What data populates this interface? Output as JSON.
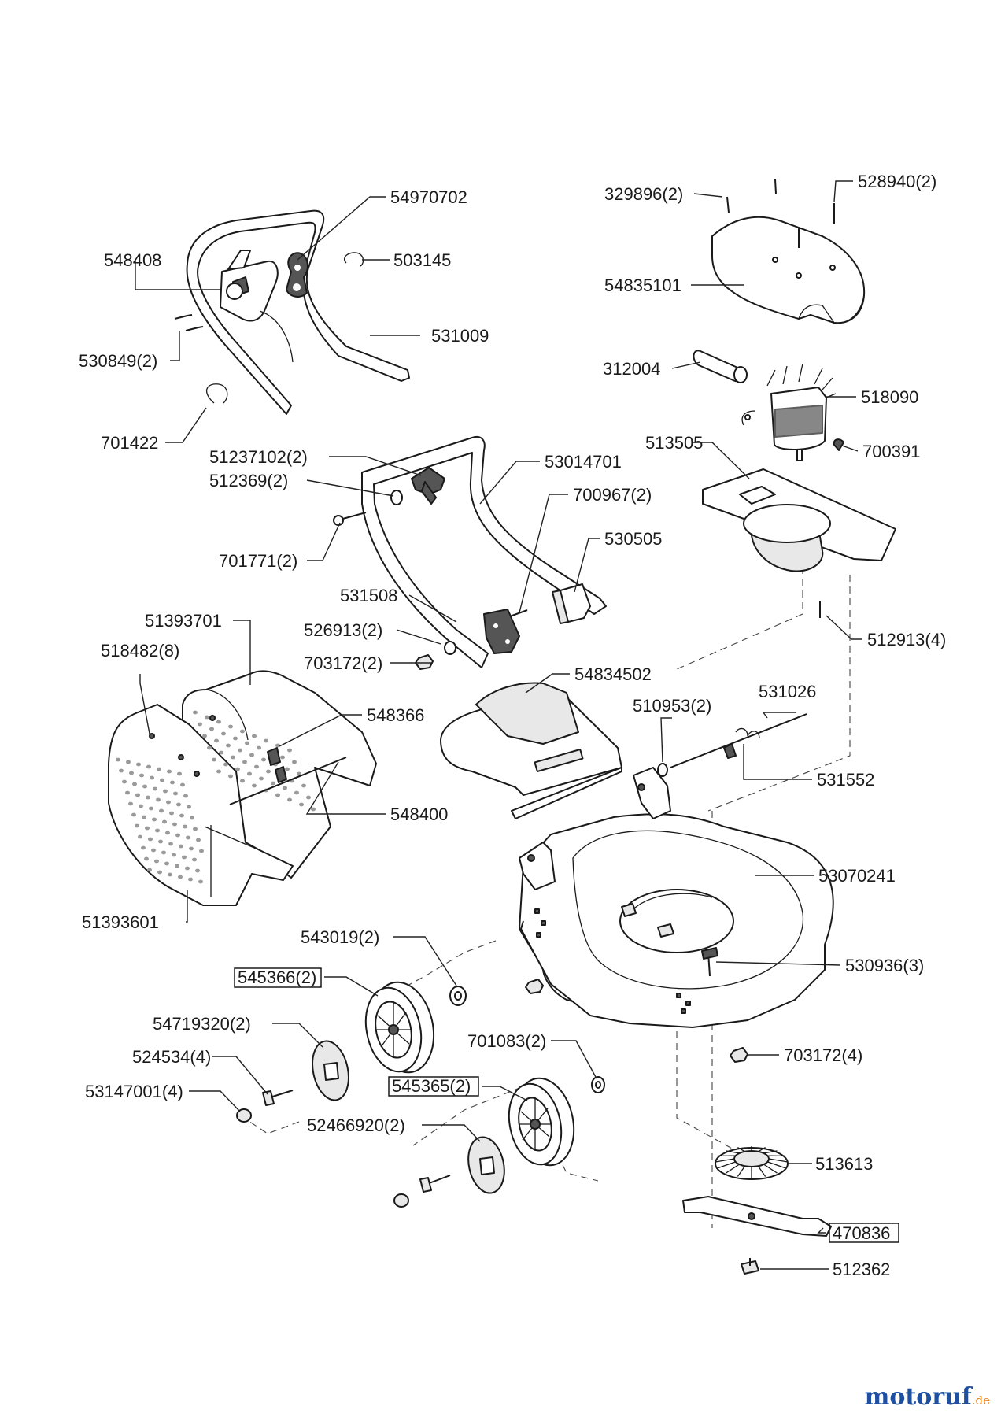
{
  "parts": [
    {
      "id": "p01",
      "number": "54970702"
    },
    {
      "id": "p02",
      "number": "548408"
    },
    {
      "id": "p03",
      "number": "503145"
    },
    {
      "id": "p04",
      "number": "530849(2)"
    },
    {
      "id": "p05",
      "number": "531009"
    },
    {
      "id": "p06",
      "number": "701422"
    },
    {
      "id": "p07",
      "number": "329896(2)"
    },
    {
      "id": "p08",
      "number": "528940(2)"
    },
    {
      "id": "p09",
      "number": "54835101"
    },
    {
      "id": "p10",
      "number": "312004"
    },
    {
      "id": "p11",
      "number": "518090"
    },
    {
      "id": "p12",
      "number": "513505"
    },
    {
      "id": "p13",
      "number": "700391"
    },
    {
      "id": "p14",
      "number": "51237102(2)"
    },
    {
      "id": "p15",
      "number": "512369(2)"
    },
    {
      "id": "p16",
      "number": "53014701"
    },
    {
      "id": "p17",
      "number": "700967(2)"
    },
    {
      "id": "p18",
      "number": "701771(2)"
    },
    {
      "id": "p19",
      "number": "530505"
    },
    {
      "id": "p20",
      "number": "531508"
    },
    {
      "id": "p21",
      "number": "51393701"
    },
    {
      "id": "p22",
      "number": "526913(2)"
    },
    {
      "id": "p23",
      "number": "512913(4)"
    },
    {
      "id": "p24",
      "number": "518482(8)"
    },
    {
      "id": "p25",
      "number": "703172(2)"
    },
    {
      "id": "p26",
      "number": "54834502"
    },
    {
      "id": "p27",
      "number": "548366"
    },
    {
      "id": "p28",
      "number": "531026"
    },
    {
      "id": "p29",
      "number": "510953(2)"
    },
    {
      "id": "p30",
      "number": "531552"
    },
    {
      "id": "p31",
      "number": "548400"
    },
    {
      "id": "p32",
      "number": "53070241"
    },
    {
      "id": "p33",
      "number": "51393601"
    },
    {
      "id": "p34",
      "number": "543019(2)"
    },
    {
      "id": "p35",
      "number": "530936(3)"
    },
    {
      "id": "p36",
      "number": "545366(2)",
      "boxed": true
    },
    {
      "id": "p37",
      "number": "54719320(2)"
    },
    {
      "id": "p38",
      "number": "701083(2)"
    },
    {
      "id": "p39",
      "number": "703172(4)"
    },
    {
      "id": "p40",
      "number": "524534(4)"
    },
    {
      "id": "p41",
      "number": "545365(2)",
      "boxed": true
    },
    {
      "id": "p42",
      "number": "53147001(4)"
    },
    {
      "id": "p43",
      "number": "52466920(2)"
    },
    {
      "id": "p44",
      "number": "513613"
    },
    {
      "id": "p45",
      "number": "470836",
      "boxed": true
    },
    {
      "id": "p46",
      "number": "512362"
    }
  ],
  "watermark": {
    "name": "motoruf",
    "tld": ".de"
  }
}
